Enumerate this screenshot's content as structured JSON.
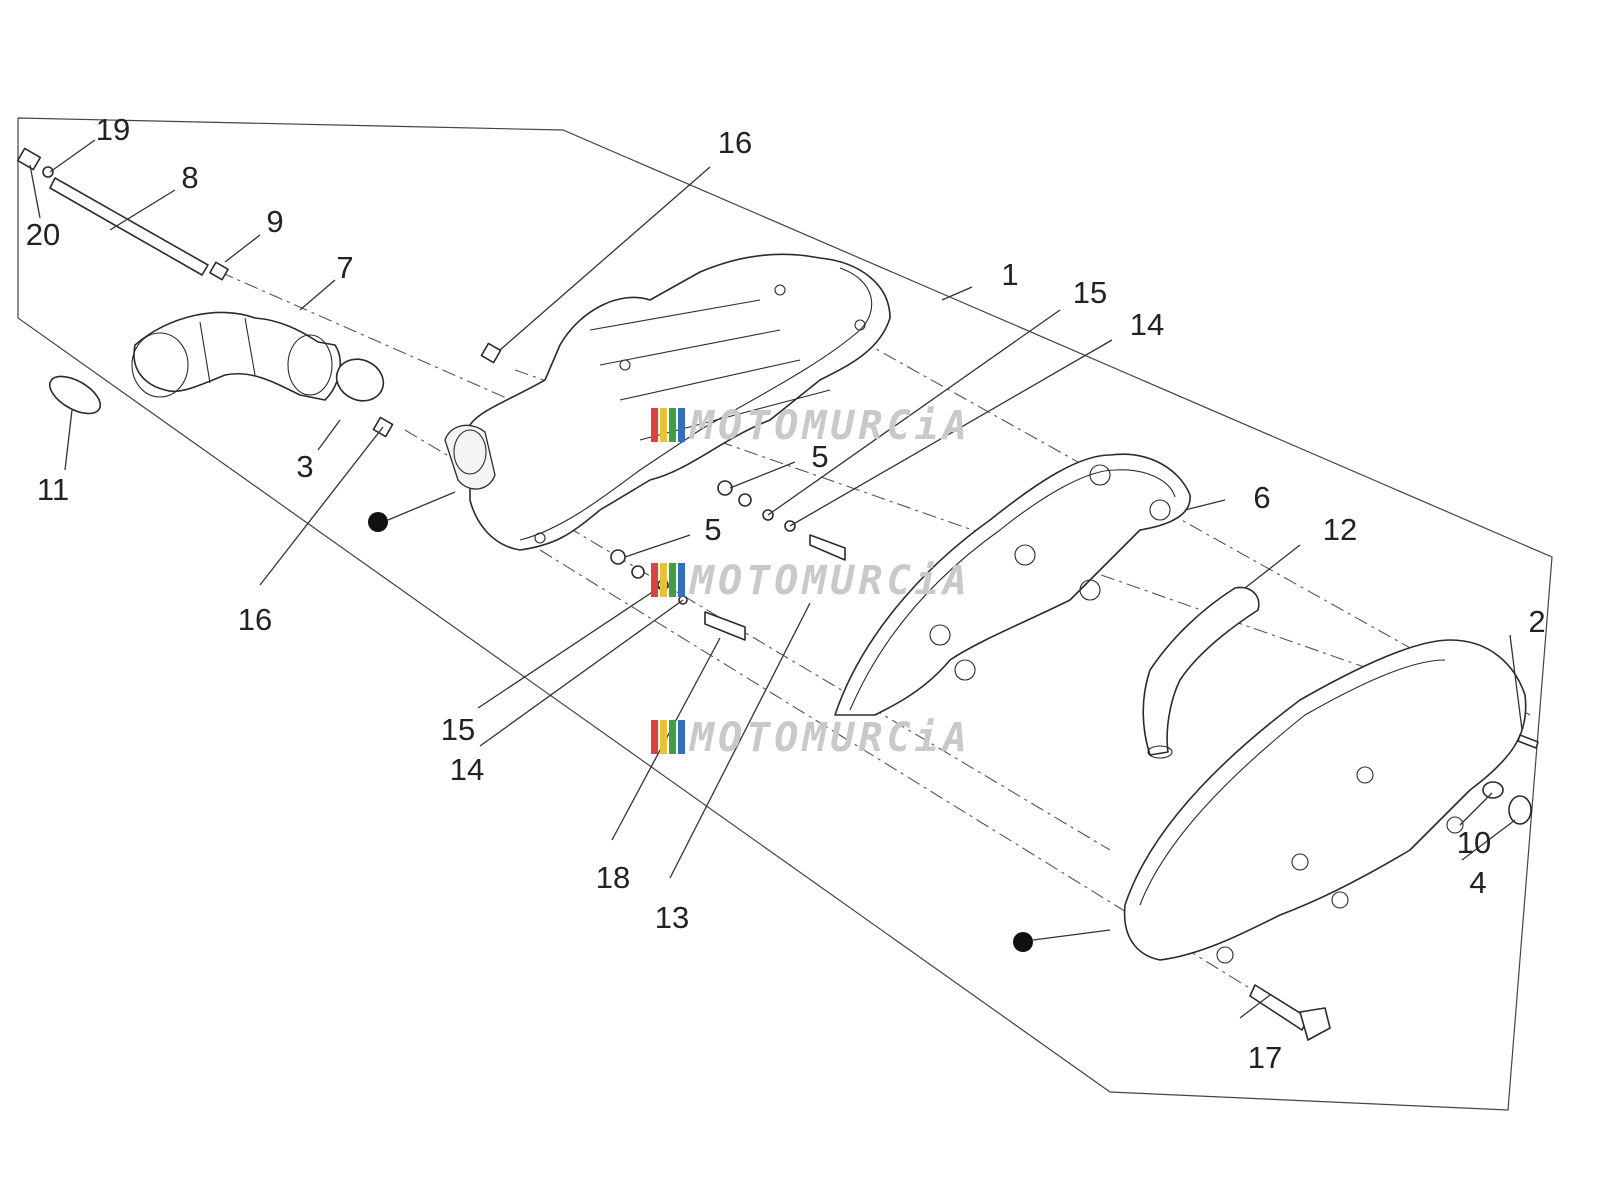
{
  "callouts": [
    {
      "id": "c1",
      "text": "1"
    },
    {
      "id": "c2",
      "text": "2"
    },
    {
      "id": "c3",
      "text": "3"
    },
    {
      "id": "c4",
      "text": "4"
    },
    {
      "id": "c5a",
      "text": "5"
    },
    {
      "id": "c5b",
      "text": "5"
    },
    {
      "id": "c6",
      "text": "6"
    },
    {
      "id": "c7",
      "text": "7"
    },
    {
      "id": "c8",
      "text": "8"
    },
    {
      "id": "c9",
      "text": "9"
    },
    {
      "id": "c10",
      "text": "10"
    },
    {
      "id": "c11",
      "text": "11"
    },
    {
      "id": "c12",
      "text": "12"
    },
    {
      "id": "c13",
      "text": "13"
    },
    {
      "id": "c14a",
      "text": "14"
    },
    {
      "id": "c14b",
      "text": "14"
    },
    {
      "id": "c15a",
      "text": "15"
    },
    {
      "id": "c15b",
      "text": "15"
    },
    {
      "id": "c16a",
      "text": "16"
    },
    {
      "id": "c16b",
      "text": "16"
    },
    {
      "id": "c17",
      "text": "17"
    },
    {
      "id": "c18",
      "text": "18"
    },
    {
      "id": "c19",
      "text": "19"
    },
    {
      "id": "c20",
      "text": "20"
    }
  ],
  "watermark": {
    "text": "MOTOMURCiA",
    "stripe_colors": [
      "#e04040",
      "#f0c030",
      "#40a040",
      "#3070c0"
    ]
  },
  "colors": {
    "line": "#2b2b2b",
    "label": "#222222",
    "background": "#ffffff"
  }
}
